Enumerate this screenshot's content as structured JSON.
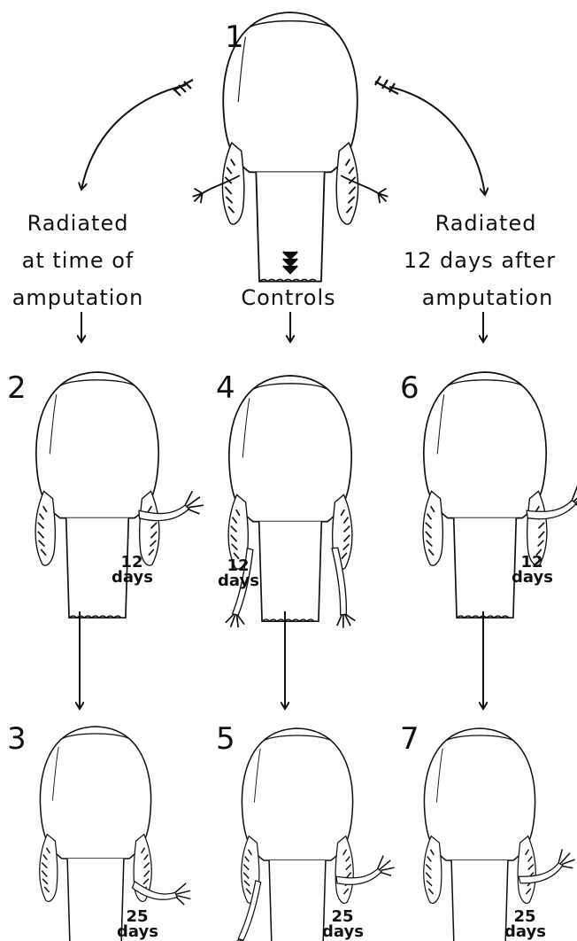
{
  "stage_numbers": [
    "1",
    "2",
    "3",
    "4",
    "5",
    "6",
    "7"
  ],
  "captions": {
    "left": [
      "Radiated",
      "at time of",
      "amputation"
    ],
    "center": [
      "Controls"
    ],
    "right": [
      "Radiated",
      "12 days after",
      "amputation"
    ]
  },
  "day_labels": {
    "d12": [
      "12",
      "days"
    ],
    "d25": [
      "25",
      "days"
    ]
  },
  "colors": {
    "ink": "#111111",
    "paper": "#ffffff"
  }
}
